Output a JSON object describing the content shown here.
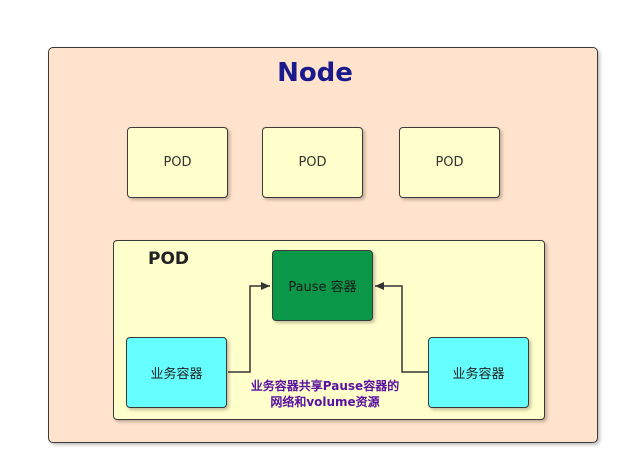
{
  "node": {
    "title": "Node"
  },
  "pods": [
    {
      "label": "POD"
    },
    {
      "label": "POD"
    },
    {
      "label": "POD"
    }
  ],
  "main_pod": {
    "label": "POD",
    "pause_container": "Pause 容器",
    "business_containers": [
      {
        "label": "业务容器"
      },
      {
        "label": "业务容器"
      }
    ],
    "note_line1": "业务容器共享Pause容器的",
    "note_line2": "网络和volume资源"
  },
  "colors": {
    "node_bg": "#ffe3cc",
    "pod_bg": "#ffffcc",
    "pause_bg": "#0b9748",
    "business_bg": "#66ffff",
    "title": "#1a1a8c",
    "note": "#5a10a0"
  }
}
